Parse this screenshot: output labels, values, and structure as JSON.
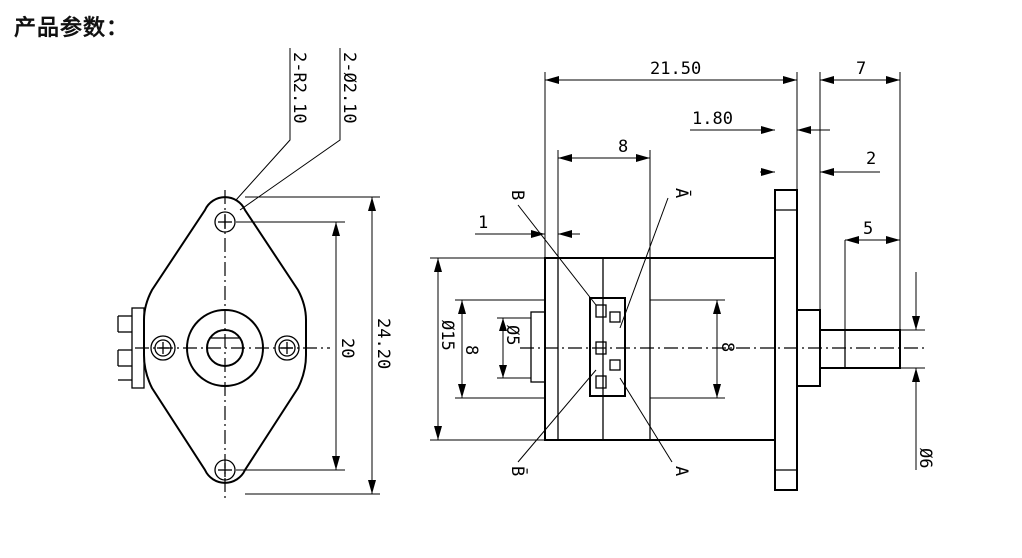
{
  "title": "产品参数：",
  "front_view": {
    "label_holes": "2-Ø2.10",
    "label_radius": "2-R2.10",
    "dim_hole_spacing": "20",
    "dim_overall_height": "24.20"
  },
  "side_view": {
    "dim_total_length": "21.50",
    "dim_shaft_length": "7",
    "dim_flange_thickness": "1.80",
    "dim_2": "2",
    "dim_flat": "5",
    "dim_body_width": "8",
    "dim_1": "1",
    "dim_outer_dia": "Ø15",
    "dim_8_left": "8",
    "dim_inner_dia": "Ø5",
    "dim_8_right": "8",
    "dim_shaft_dia": "Ø6",
    "pin_b": "B",
    "pin_a_bar": "Ā",
    "pin_b_bar": "B̄",
    "pin_a": "A"
  }
}
